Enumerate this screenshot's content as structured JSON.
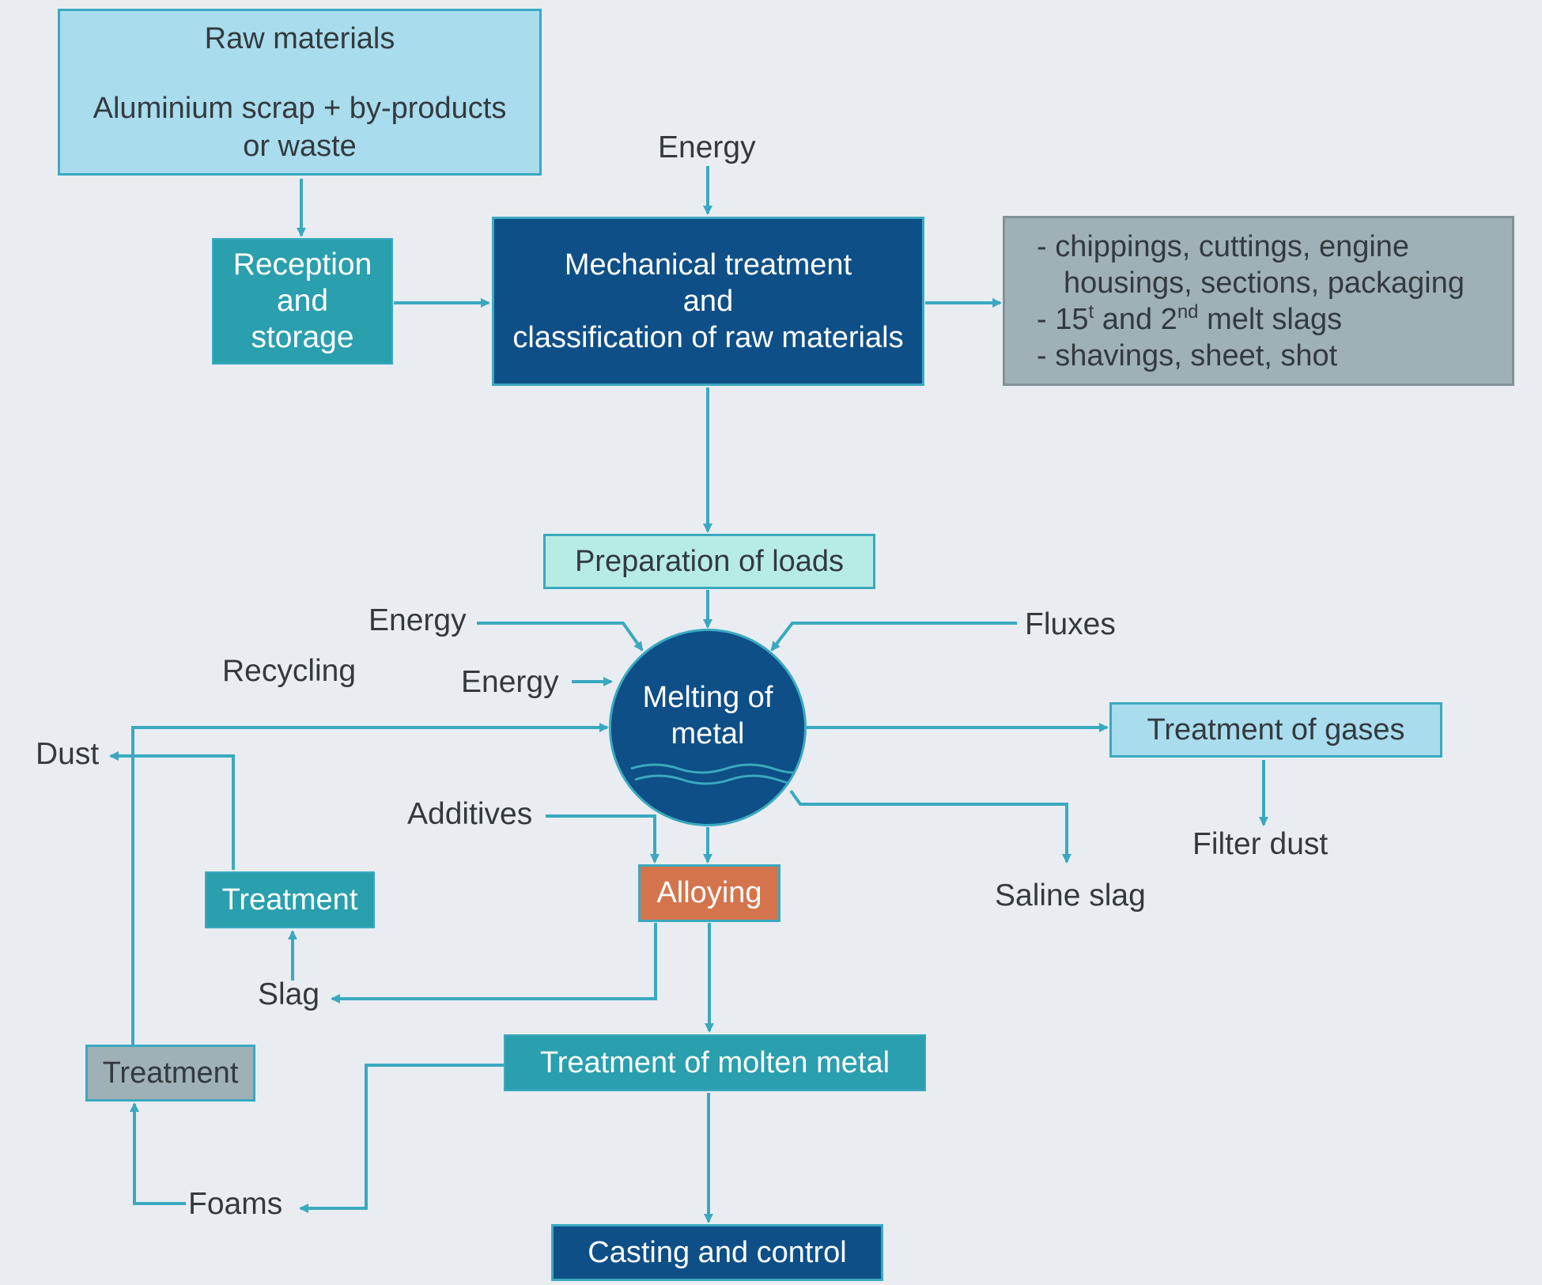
{
  "colors": {
    "background": "#e9edf1",
    "flow_line": "#3aa9c0",
    "light_box": "#a9dced",
    "teal_box": "#2a9fae",
    "dark_box": "#0e4f87",
    "mint_box": "#b7ece4",
    "grey_box": "#9fb1b6",
    "orange_box": "#d4744c"
  },
  "raw_materials": {
    "title": "Raw materials",
    "line1": "Aluminium scrap + by-products",
    "line2": "or waste"
  },
  "reception": {
    "line1": "Reception",
    "line2": "and",
    "line3": "storage"
  },
  "mechanical": {
    "line1": "Mechanical treatment",
    "line2": "and",
    "line3": "classification of raw materials"
  },
  "products": {
    "item1_a": "- chippings, cuttings, engine",
    "item1_b": "housings, sections, packaging",
    "item2_pre": "- 15",
    "item2_sup1": "t",
    "item2_mid": " and 2",
    "item2_sup2": "nd",
    "item2_post": " melt slags",
    "item3": "- shavings, sheet, shot"
  },
  "energy_top": "Energy",
  "preparation": "Preparation of loads",
  "energy_left_1": "Energy",
  "energy_left_2": "Energy",
  "fluxes": "Fluxes",
  "recycling": "Recycling",
  "melting": {
    "line1": "Melting of",
    "line2": "metal"
  },
  "dust": "Dust",
  "treatment_gases": "Treatment of gases",
  "filter_dust": "Filter dust",
  "additives": "Additives",
  "saline_slag": "Saline slag",
  "alloying": "Alloying",
  "treatment_slag": "Treatment",
  "slag": "Slag",
  "treatment_foam": "Treatment",
  "molten": "Treatment of molten metal",
  "foams": "Foams",
  "casting": "Casting and control"
}
